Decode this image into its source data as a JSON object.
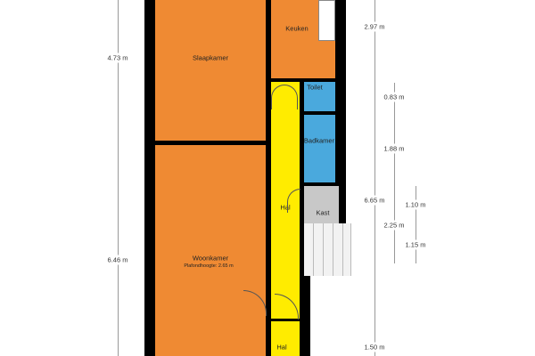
{
  "rooms": {
    "slaapkamer": "Slaapkamer",
    "keuken": "Keuken",
    "toilet": "Toilet",
    "badkamer": "Badkamer",
    "hal_upper": "Hal",
    "kast": "Kast",
    "woonkamer": "Woonkamer",
    "plafondhoogte": "Plafondhoogte: 2.65 m",
    "hal_lower": "Hal"
  },
  "dimensions": {
    "left": [
      "4.73 m",
      "6.46 m"
    ],
    "right_outer": [
      "2.97 m",
      "6.65 m",
      "1.50 m"
    ],
    "right_middle": [
      "0.83 m",
      "1.88 m",
      "2.25 m"
    ],
    "right_inner": [
      "1.10 m",
      "1.15 m"
    ]
  },
  "colors": {
    "room": "#ef8a33",
    "hall": "#ffec00",
    "wet": "#4aa9dd",
    "storage": "#c8c8c8",
    "wall": "#000000"
  }
}
